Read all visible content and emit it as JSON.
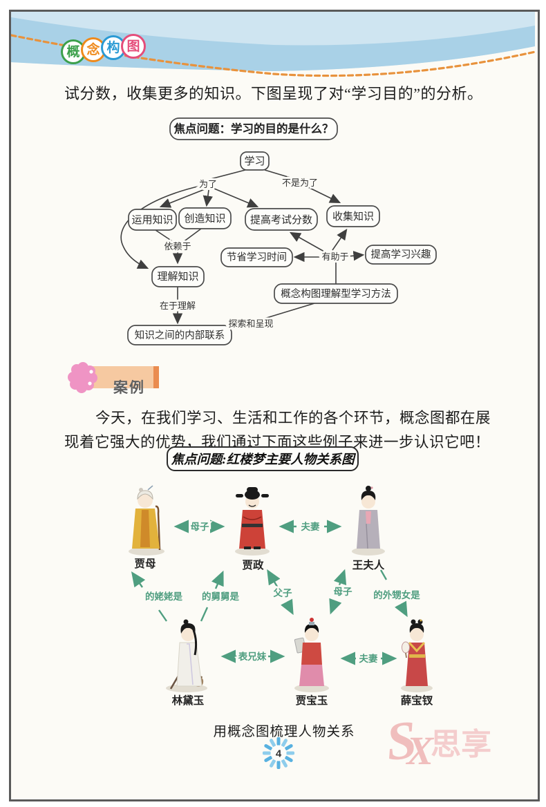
{
  "header": {
    "logo": [
      {
        "char": "概",
        "color": "#3ca04c"
      },
      {
        "char": "念",
        "color": "#ef8a1c"
      },
      {
        "char": "构",
        "color": "#2a9ad4"
      },
      {
        "char": "图",
        "color": "#e54d7a"
      }
    ]
  },
  "intro_text": "试分数，收集更多的知识。下图呈现了对“学习目的”的分析。",
  "diagram1": {
    "focus_question": "焦点问题：学习的目的是什么？",
    "nodes": {
      "learn": "学习",
      "apply": "运用知识",
      "create": "创造知识",
      "exam": "提高考试分数",
      "collect": "收集知识",
      "save_time": "节省学习时间",
      "interest": "提高学习兴趣",
      "understand": "理解知识",
      "method": "概念构图理解型学习方法",
      "internal": "知识之间的内部联系"
    },
    "edge_labels": {
      "for": "为了",
      "not_for": "不是为了",
      "depends_on": "依赖于",
      "helps": "有助于",
      "lies_in": "在于理解",
      "explore": "探索和呈现"
    }
  },
  "case_section": {
    "badge": "案例",
    "paragraph_line1": "今天，在我们学习、生活和工作的各个环节，概念图都在展",
    "paragraph_line2": "现着它强大的优势，我们通过下面这些例子来进一步认识它吧！",
    "focus_question": "焦点问题:红楼梦主要人物关系图"
  },
  "diagram2": {
    "characters": {
      "jiamu": "贾母",
      "jiazheng": "贾政",
      "wangfuren": "王夫人",
      "lindaiyu": "林黛玉",
      "jiabaoyu": "贾宝玉",
      "xuebaochai": "薛宝钗"
    },
    "relations": {
      "mother_son_top": "母子",
      "couple_top": "夫妻",
      "grandma": "的姥姥是",
      "uncle": "的舅舅是",
      "father_son": "父子",
      "mother_son_mid": "母子",
      "niece": "的外甥女是",
      "cousins": "表兄妹",
      "couple_bottom": "夫妻"
    },
    "caption": "用概念图梳理人物关系"
  },
  "footer": {
    "page_number": "4",
    "watermark_sx": "SX",
    "watermark_s": "S",
    "watermark_x": "X",
    "watermark_cn": "思享"
  },
  "colors": {
    "band_blue_light": "#cfe5f1",
    "band_blue_mid": "#a9d1e7",
    "dashed_orange": "#e8923c",
    "node_border": "#4a4a4a",
    "relation_green": "#4f9e80",
    "badge_flower_pink": "#ef94c4",
    "badge_rect_peach": "#f6c9a1",
    "badge_stripe_orange": "#ea8c50",
    "watermark_pink": "#efb4b4",
    "page_flower_blue": "#58b1e0"
  }
}
